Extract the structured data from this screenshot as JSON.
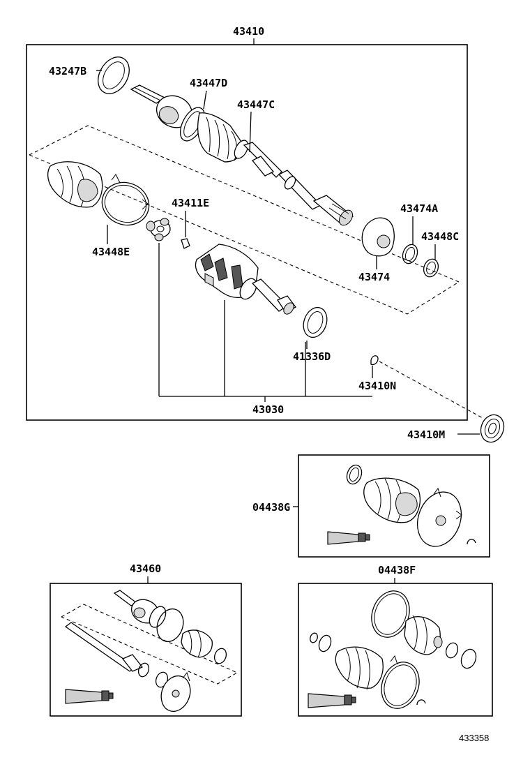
{
  "main_assembly": {
    "part_number": "43410"
  },
  "callouts": {
    "p43247B": "43247B",
    "p43447D": "43447D",
    "p43447C": "43447C",
    "p43411E": "43411E",
    "p43448E": "43448E",
    "p43474A": "43474A",
    "p43448C": "43448C",
    "p43474": "43474",
    "p41336D": "41336D",
    "p43410N": "43410N",
    "p43030": "43030",
    "p43410M": "43410M"
  },
  "kits": {
    "boot_kit_g": "04438G",
    "boot_kit_f": "04438F",
    "shaft_assy": "43460"
  },
  "figure_ref": "433358"
}
